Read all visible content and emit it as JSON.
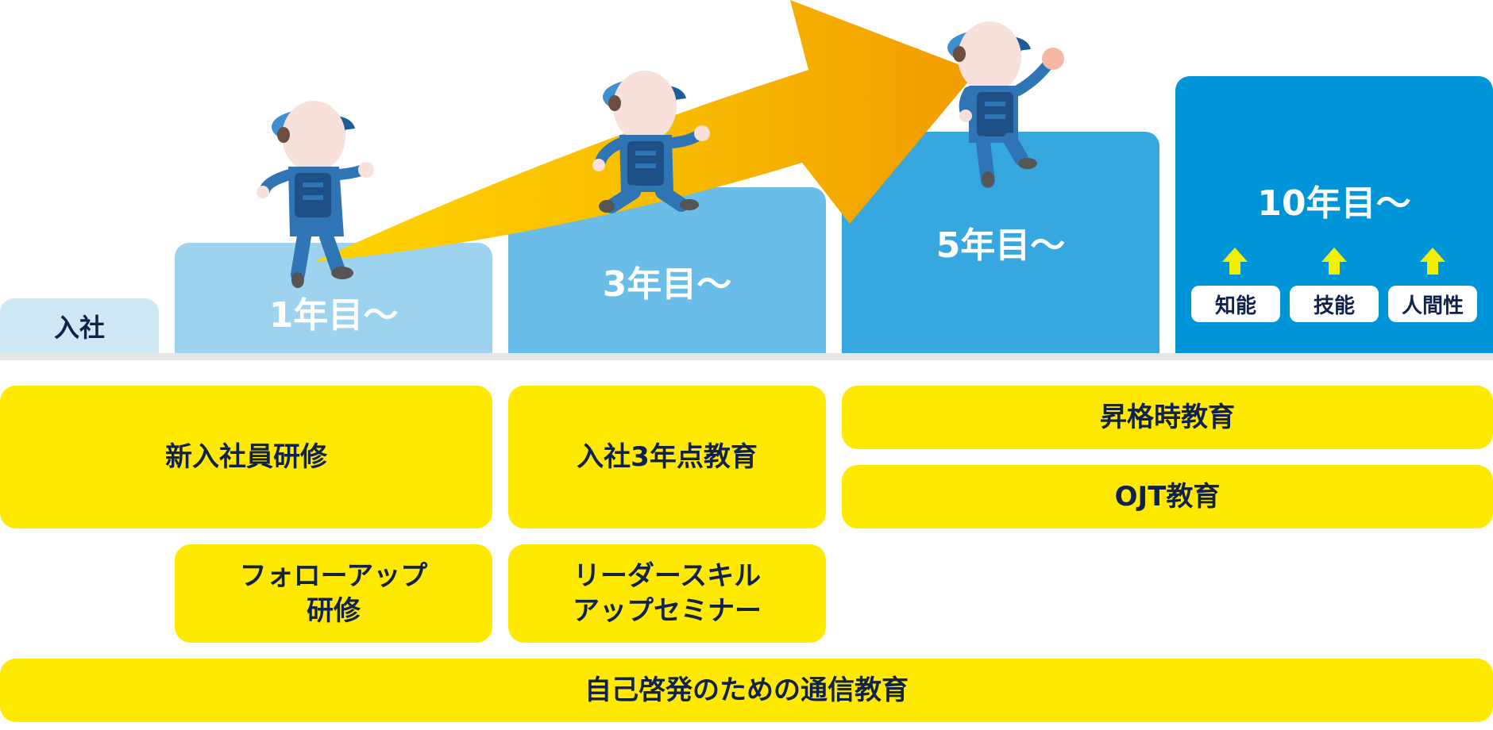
{
  "stages": {
    "entry": "入社",
    "year1": "1年目〜",
    "year3": "3年目〜",
    "year5": "5年目〜",
    "year10": "10年目〜"
  },
  "growth_items": [
    "知能",
    "技能",
    "人間性"
  ],
  "programs": {
    "new_employee": "新入社員研修",
    "third_year": "入社3年点教育",
    "promotion": "昇格時教育",
    "ojt": "OJT教育",
    "follow_up": "フォローアップ研修",
    "leader_seminar": "リーダースキルアップセミナー",
    "correspondence": "自己啓発のための通信教育"
  },
  "colors": {
    "step_entry": "#cfe8f5",
    "step_year1": "#9dd3ee",
    "step_year3": "#69bde6",
    "step_year5": "#37a8df",
    "step_year10": "#0095d8",
    "program_yellow": "#ffe900",
    "arrow_orange": "#f5a000",
    "up_arrow_yellow": "#f2f200",
    "text_navy": "#10224a"
  },
  "icons": [
    "worker-character",
    "growth-arrow",
    "up-arrow-icon"
  ]
}
